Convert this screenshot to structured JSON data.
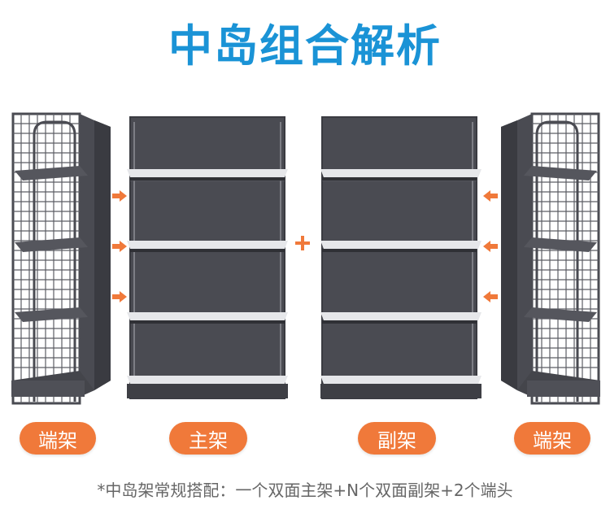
{
  "title": "中岛组合解析",
  "labels": {
    "end_left": "端架",
    "main": "主架",
    "sub": "副架",
    "end_right": "端架"
  },
  "footnote": "*中岛架常规搭配：一个双面主架+N个双面副架+2个端头",
  "colors": {
    "title": "#1a93d6",
    "accent": "#f0793a",
    "shelf_dark": "#4a4b52",
    "shelf_edge": "#dcdde0",
    "footnote": "#666666"
  },
  "icons": [
    "arrow-right-icon",
    "arrow-left-icon",
    "plus-icon"
  ]
}
